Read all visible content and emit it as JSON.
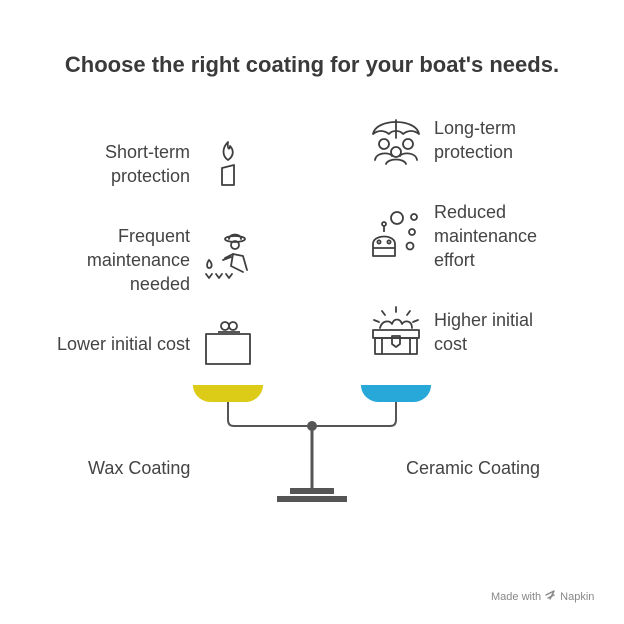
{
  "title": "Choose the right coating for your boat's needs.",
  "left": {
    "name": "Wax Coating",
    "color": "#dccc18",
    "items": [
      {
        "label": "Short-term\nprotection",
        "icon": "candle-flame-icon"
      },
      {
        "label": "Frequent\nmaintenance\nneeded",
        "icon": "worker-spraying-icon"
      },
      {
        "label": "Lower initial cost",
        "icon": "small-box-icon"
      }
    ]
  },
  "right": {
    "name": "Ceramic Coating",
    "color": "#27a8d8",
    "items": [
      {
        "label": "Long-term\nprotection",
        "icon": "umbrella-people-icon"
      },
      {
        "label": "Reduced\nmaintenance\neffort",
        "icon": "robot-bubbles-icon"
      },
      {
        "label": "Higher initial\ncost",
        "icon": "treasure-chest-icon"
      }
    ]
  },
  "footer": {
    "made_with": "Made with",
    "brand": "Napkin"
  }
}
